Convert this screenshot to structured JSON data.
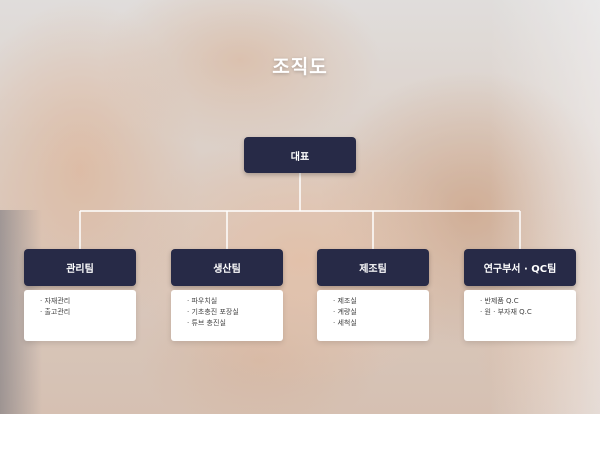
{
  "title": "조직도",
  "root": {
    "label": "대표"
  },
  "departments": [
    {
      "label": "관리팀",
      "items": [
        "자재관리",
        "출고관리"
      ]
    },
    {
      "label": "생산팀",
      "items": [
        "파우치실",
        "기초충진 포장실",
        "튜브 충진실"
      ]
    },
    {
      "label": "제조팀",
      "items": [
        "제조실",
        "계량실",
        "세척실"
      ]
    },
    {
      "label": "연구부서 · QC팀",
      "items": [
        "반제품 Q.C",
        "원 · 부자재 Q.C"
      ]
    }
  ],
  "colors": {
    "node": "#272a47",
    "line": "#ffffff",
    "card": "#ffffff"
  }
}
